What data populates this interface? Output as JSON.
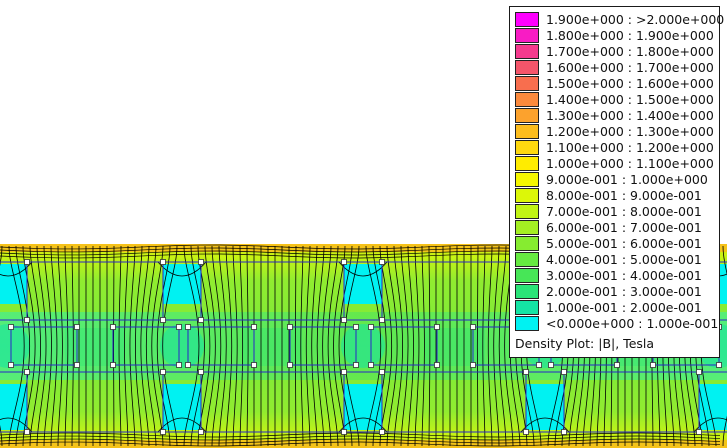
{
  "legend": {
    "title": "Density Plot: |B|, Tesla",
    "items": [
      {
        "label": "1.900e+000 : >2.000e+000",
        "color": "#ff00ff"
      },
      {
        "label": "1.800e+000 : 1.900e+000",
        "color": "#f81cc4"
      },
      {
        "label": "1.700e+000 : 1.800e+000",
        "color": "#f53a8e"
      },
      {
        "label": "1.600e+000 : 1.700e+000",
        "color": "#f4556a"
      },
      {
        "label": "1.500e+000 : 1.600e+000",
        "color": "#f86e4e"
      },
      {
        "label": "1.400e+000 : 1.500e+000",
        "color": "#fb8a3d"
      },
      {
        "label": "1.300e+000 : 1.400e+000",
        "color": "#fca22d"
      },
      {
        "label": "1.200e+000 : 1.300e+000",
        "color": "#fdbd1d"
      },
      {
        "label": "1.100e+000 : 1.200e+000",
        "color": "#fed80f"
      },
      {
        "label": "1.000e+000 : 1.100e+000",
        "color": "#ffec00"
      },
      {
        "label": "9.000e-001 : 1.000e+000",
        "color": "#f6f700"
      },
      {
        "label": "8.000e-001 : 9.000e-001",
        "color": "#dcf708"
      },
      {
        "label": "7.000e-001 : 8.000e-001",
        "color": "#c1f414"
      },
      {
        "label": "6.000e-001 : 7.000e-001",
        "color": "#a4ef22"
      },
      {
        "label": "5.000e-001 : 6.000e-001",
        "color": "#86ec30"
      },
      {
        "label": "4.000e-001 : 5.000e-001",
        "color": "#66ea41"
      },
      {
        "label": "3.000e-001 : 4.000e-001",
        "color": "#47e657"
      },
      {
        "label": "2.000e-001 : 3.000e-001",
        "color": "#2ae478"
      },
      {
        "label": "1.000e-001 : 2.000e-001",
        "color": "#14e4a4"
      },
      {
        "label": "<0.000e+000 : 1.000e-001",
        "color": "#00f2f2"
      }
    ]
  },
  "colors": {
    "contour": "#000000",
    "geometry": "#2a26c8",
    "background": "#ffffff"
  }
}
